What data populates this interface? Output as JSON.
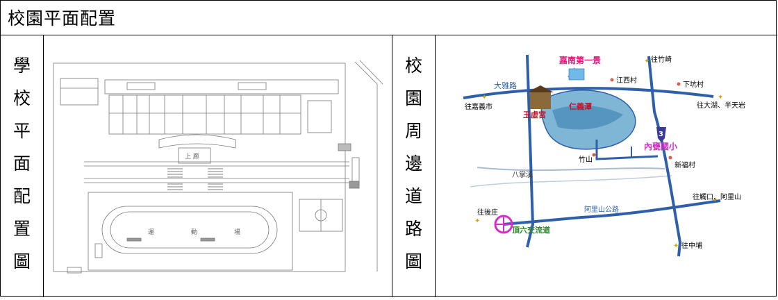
{
  "header": {
    "title": "校園平面配置"
  },
  "left_label": [
    "學",
    "校",
    "平",
    "面",
    "配",
    "置",
    "圖"
  ],
  "right_label": [
    "校",
    "園",
    "周",
    "邊",
    "道",
    "路",
    "圖"
  ],
  "plan": {
    "track_labels": [
      "運",
      "動",
      "場"
    ],
    "hall_label": "上 廊"
  },
  "map": {
    "landmark": "嘉南第一景",
    "roads": {
      "da_ya": "大雅路",
      "alishan": "阿里山公路"
    },
    "places": {
      "jiangxi": "江西村",
      "xiakeng": "下坑村",
      "yuxu": "玉虛宮",
      "renyi": "仁義潭",
      "school": "內甕國小",
      "zhushan": "竹山",
      "xinfu": "新福村",
      "bazhang": "八掌溪",
      "interchange": "頂六交流道"
    },
    "directions": {
      "zhuqi": "往竹崎",
      "dahu": "往大湖、半天岩",
      "chiayi": "往嘉義市",
      "houzhuang": "往後庄",
      "guankou": "往觸口、阿里山",
      "zhongpu": "往中埔"
    },
    "route_shield": "3",
    "colors": {
      "road": "#2e5fa8",
      "landmark": "#e0187a",
      "school": "#d62fc8",
      "lake": "#c0152a",
      "river": "#a8bcd4",
      "interchange": "#2a8a2a"
    }
  }
}
